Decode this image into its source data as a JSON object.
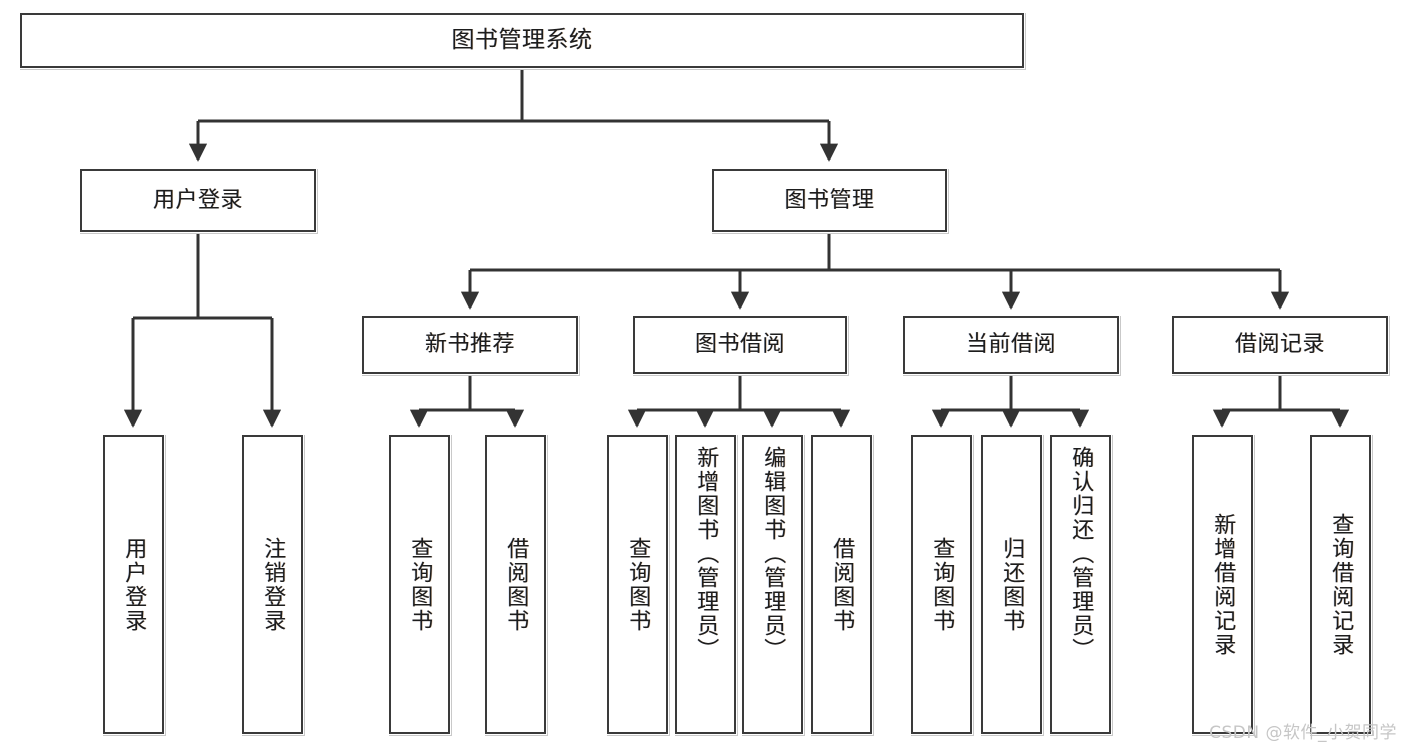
{
  "diagram": {
    "title": "图书管理系统",
    "type": "hierarchy-tree",
    "levels": 4,
    "colors": {
      "box_border": "#3a3a3a",
      "box_fill": "#ffffff",
      "connector": "#333333",
      "text": "#1d1d1d",
      "watermark": "#c6c6c6",
      "background": "#ffffff"
    }
  },
  "watermark": {
    "text": "CSDN @软件_小贺同学"
  },
  "nodes": {
    "root": {
      "label": "图书管理系统"
    },
    "level2": [
      {
        "id": "user-login",
        "label": "用户登录"
      },
      {
        "id": "book-manage",
        "label": "图书管理"
      }
    ],
    "level3": [
      {
        "id": "new-book-recommend",
        "label": "新书推荐"
      },
      {
        "id": "book-borrow",
        "label": "图书借阅"
      },
      {
        "id": "current-borrow",
        "label": "当前借阅"
      },
      {
        "id": "borrow-record",
        "label": "借阅记录"
      }
    ],
    "leaves": {
      "user_login": [
        {
          "id": "leaf-user-login",
          "label": "用户登录"
        },
        {
          "id": "leaf-logout-login",
          "label": "注销登录"
        }
      ],
      "new_book_recommend": [
        {
          "id": "leaf-query-book-1",
          "label": "查询图书"
        },
        {
          "id": "leaf-borrow-book-1",
          "label": "借阅图书"
        }
      ],
      "book_borrow": [
        {
          "id": "leaf-query-book-2",
          "label": "查询图书"
        },
        {
          "id": "leaf-add-book",
          "label": "新增图书（管理员）"
        },
        {
          "id": "leaf-edit-book",
          "label": "编辑图书（管理员）"
        },
        {
          "id": "leaf-borrow-book-2",
          "label": "借阅图书"
        }
      ],
      "current_borrow": [
        {
          "id": "leaf-query-book-3",
          "label": "查询图书"
        },
        {
          "id": "leaf-return-book",
          "label": "归还图书"
        },
        {
          "id": "leaf-confirm-return",
          "label": "确认归还（管理员）"
        }
      ],
      "borrow_record": [
        {
          "id": "leaf-add-record",
          "label": "新增借阅记录"
        },
        {
          "id": "leaf-query-record",
          "label": "查询借阅记录"
        }
      ]
    }
  },
  "edges": [
    {
      "from": "图书管理系统",
      "to": "用户登录"
    },
    {
      "from": "图书管理系统",
      "to": "图书管理"
    },
    {
      "from": "用户登录",
      "to": "用户登录"
    },
    {
      "from": "用户登录",
      "to": "注销登录"
    },
    {
      "from": "图书管理",
      "to": "新书推荐"
    },
    {
      "from": "图书管理",
      "to": "图书借阅"
    },
    {
      "from": "图书管理",
      "to": "当前借阅"
    },
    {
      "from": "图书管理",
      "to": "借阅记录"
    },
    {
      "from": "新书推荐",
      "to": "查询图书"
    },
    {
      "from": "新书推荐",
      "to": "借阅图书"
    },
    {
      "from": "图书借阅",
      "to": "查询图书"
    },
    {
      "from": "图书借阅",
      "to": "新增图书（管理员）"
    },
    {
      "from": "图书借阅",
      "to": "编辑图书（管理员）"
    },
    {
      "from": "图书借阅",
      "to": "借阅图书"
    },
    {
      "from": "当前借阅",
      "to": "查询图书"
    },
    {
      "from": "当前借阅",
      "to": "归还图书"
    },
    {
      "from": "当前借阅",
      "to": "确认归还（管理员）"
    },
    {
      "from": "借阅记录",
      "to": "新增借阅记录"
    },
    {
      "from": "借阅记录",
      "to": "查询借阅记录"
    }
  ]
}
